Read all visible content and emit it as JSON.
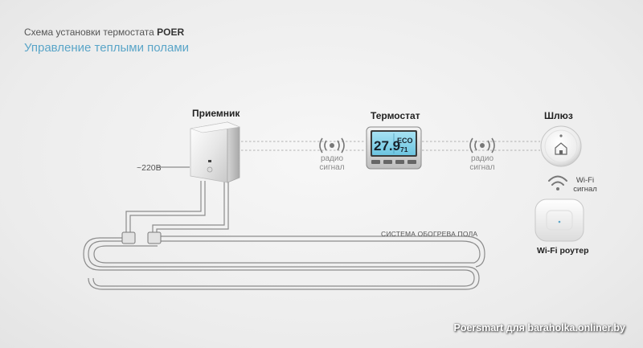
{
  "header": {
    "title_prefix": "Схема установки термостата",
    "title_brand": "POER",
    "subtitle": "Управление теплыми полами"
  },
  "devices": {
    "receiver": "Приемник",
    "thermostat": "Термостат",
    "gateway": "Шлюз",
    "router": "Wi-Fi роутер"
  },
  "labels": {
    "power": "~220В",
    "radio_left": [
      "радио",
      "сигнал"
    ],
    "radio_right": [
      "радио",
      "сигнал"
    ],
    "wifi": [
      "Wi-Fi",
      "сигнал"
    ],
    "heating_system": "СИСТЕМА ОБОГРЕВА ПОЛА"
  },
  "thermostat_display": {
    "temperature": "27.9",
    "mode": "ECO",
    "humidity": "71"
  },
  "watermark": "Poersmart для baraholka.onliner.by",
  "colors": {
    "accent_blue": "#5aa5c8",
    "wire": "#8c8c8c",
    "dashed_line": "#9a9a9a",
    "lcd": "#7fd0ea"
  }
}
